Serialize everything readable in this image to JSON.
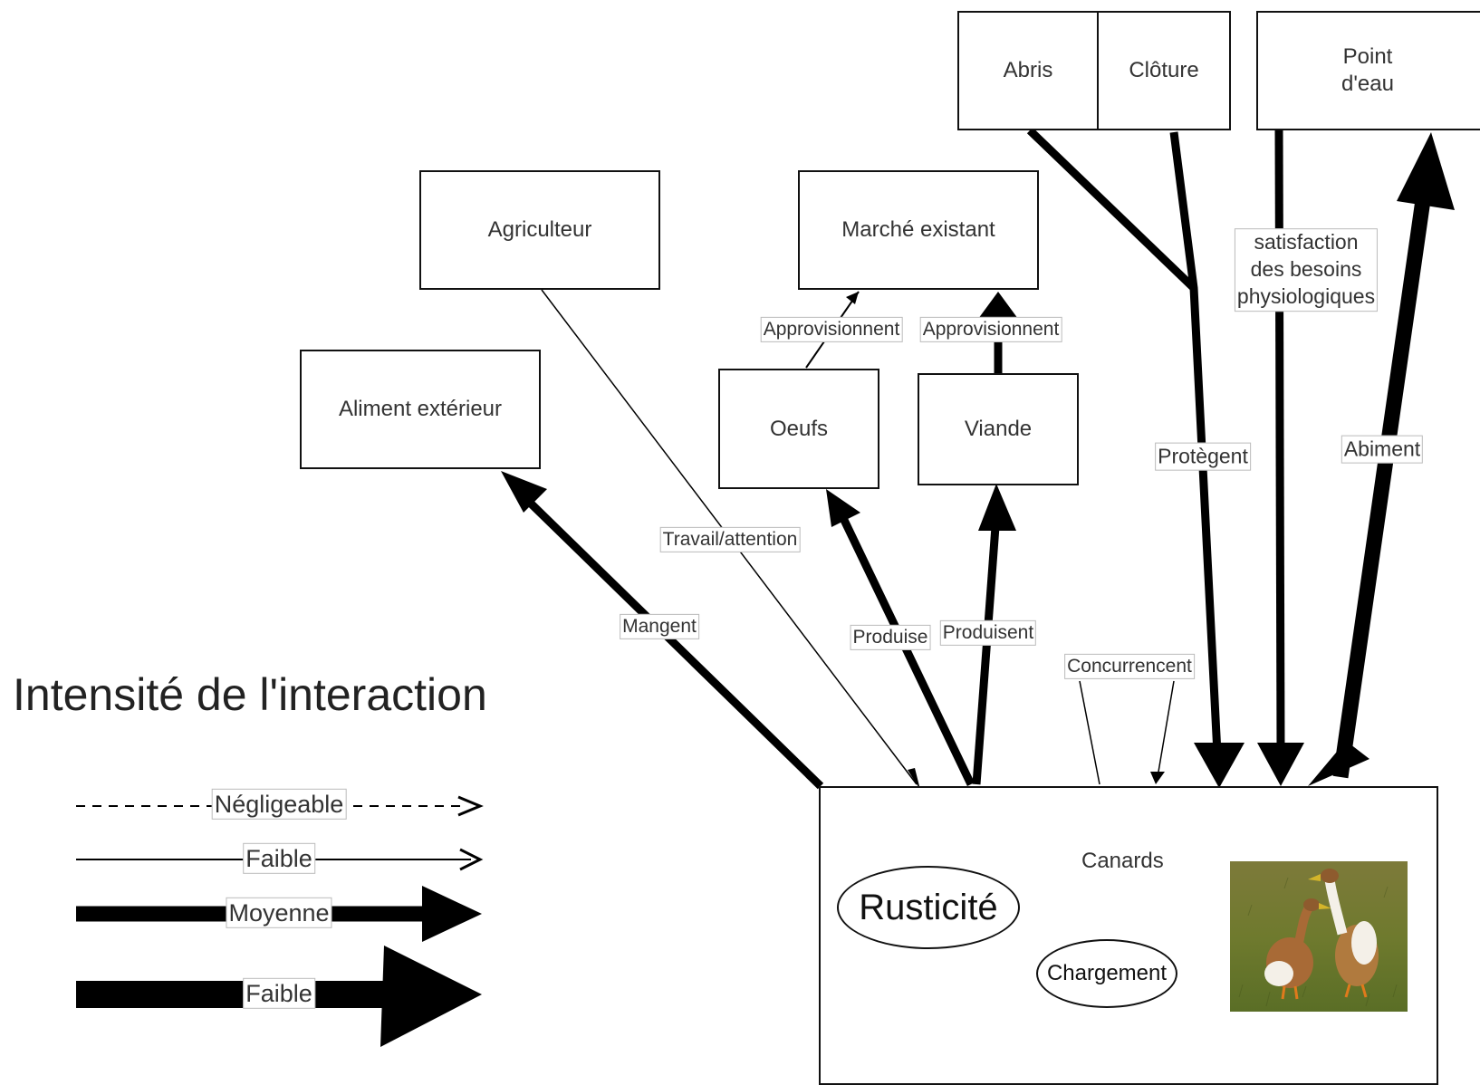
{
  "nodes": {
    "abris": "Abris",
    "cloture": "Clôture",
    "point_eau_line1": "Point",
    "point_eau_line2": "d'eau",
    "agriculteur": "Agriculteur",
    "marche": "Marché existant",
    "aliment": "Aliment extérieur",
    "oeufs": "Oeufs",
    "viande": "Viande",
    "canards": "Canards",
    "rusticite": "Rusticité",
    "chargement": "Chargement"
  },
  "edges": {
    "approvisionnent_oeufs": "Approvisionnent",
    "approvisionnent_viande": "Approvisionnent",
    "satisfaction_line1": "satisfaction",
    "satisfaction_line2": "des besoins",
    "satisfaction_line3": "physiologiques",
    "protegent": "Protègent",
    "abiment": "Abiment",
    "travail": "Travail/attention",
    "mangent": "Mangent",
    "produise": "Produise",
    "produisent": "Produisent",
    "concurrencent": "Concurrencent"
  },
  "legend": {
    "title": "Intensité de l'interaction",
    "items": [
      "Négligeable",
      "Faible",
      "Moyenne",
      "Faible"
    ]
  },
  "colors": {
    "stroke": "#000000",
    "label_border": "#bbbbbb",
    "grass": "#6f7a2e"
  }
}
